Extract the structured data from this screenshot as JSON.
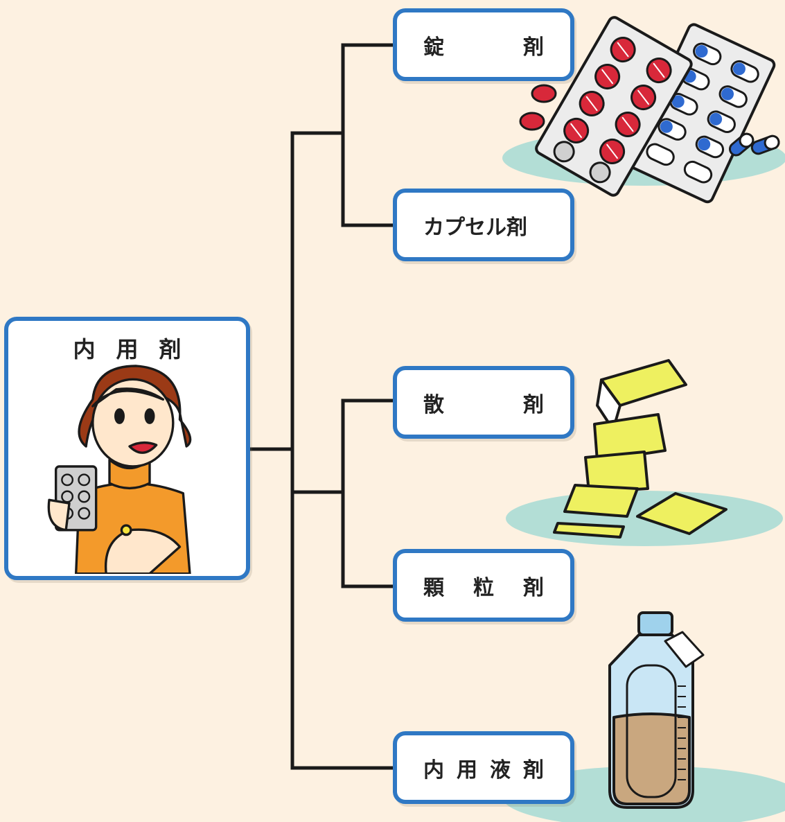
{
  "root": {
    "label": "内用剤"
  },
  "categories": [
    {
      "id": "tablet",
      "label": "錠剤",
      "spread": true
    },
    {
      "id": "capsule",
      "label": "カプセル剤",
      "spread": false
    },
    {
      "id": "powder",
      "label": "散剤",
      "spread": true
    },
    {
      "id": "granule",
      "label": "顆粒剤",
      "spread": true
    },
    {
      "id": "liquid",
      "label": "内用液剤",
      "spread": true
    }
  ],
  "colors": {
    "background": "#fdf1e1",
    "box_border": "#2f78c4",
    "connector": "#1a1a1a",
    "ground": "#b3ded6",
    "tablet_red": "#d8283a",
    "capsule_blue": "#2f6ad0",
    "powder_yellow": "#eef060",
    "liquid_brown": "#c9a77f",
    "bottle_blue": "#c9e6f5",
    "sweater_orange": "#f39a2b",
    "hair_brown": "#9b3a16"
  },
  "icons": [
    "woman-with-tablets-icon",
    "blister-pack-icon",
    "powder-packet-icon",
    "liquid-bottle-icon"
  ]
}
